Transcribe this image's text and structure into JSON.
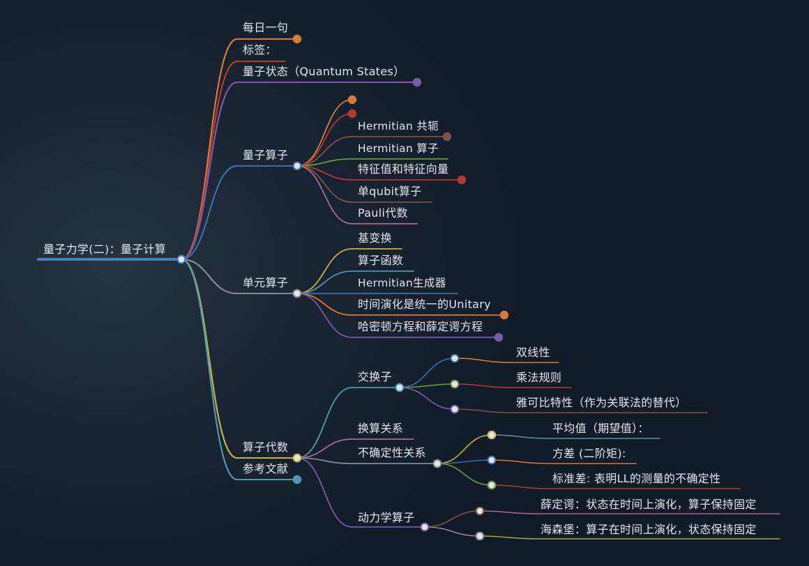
{
  "root": {
    "label": "量子力学(二)：量子计算",
    "color": "#4a7fb8"
  },
  "nodes": {
    "daily": "每日一句",
    "tags": "标签：",
    "quantum_states": "量子状态（Quantum States）",
    "quantum_ops": "量子算子",
    "hermitian_conj": "Hermitian 共轭",
    "hermitian_op": "Hermitian 算子",
    "eigen": "特征值和特征向量",
    "single_qubit": "单qubit算子",
    "pauli": "Pauli代数",
    "unitary_ops": "单元算子",
    "basis_change": "基变换",
    "op_functions": "算子函数",
    "hermitian_gen": "Hermitian生成器",
    "time_evolution": "时间演化是统一的Unitary",
    "hamilton_schrodinger": "哈密顿方程和薛定谔方程",
    "op_algebra": "算子代数",
    "commutator": "交换子",
    "bilinear": "双线性",
    "product_rule": "乘法规则",
    "jacobi": "雅可比特性（作为关联法的替代）",
    "commutation": "换算关系",
    "uncertainty": "不确定性关系",
    "mean": "平均值（期望值）：",
    "variance": "方差 (二阶矩):",
    "std_dev": "标准差: 表明LL的测量的不确定性",
    "dynamics_ops": "动力学算子",
    "schrodinger_pic": "薛定谔：状态在时间上演化，算子保持固定",
    "heisenberg_pic": "海森堡：算子在时间上演化，状态保持固定",
    "references": "参考文献"
  },
  "colors": {
    "orange": "#d97a35",
    "red": "#b53a32",
    "purple": "#7b5aa6",
    "blue": "#3f6fa8",
    "gray": "#8a8a8a",
    "yellow": "#c7b33b",
    "teal": "#4a9bb0",
    "brown": "#7a5545",
    "green": "#6a9a3c",
    "pink": "#b06890",
    "cyan": "#4bb0c8",
    "olive": "#a8a838",
    "background": "#162130"
  }
}
